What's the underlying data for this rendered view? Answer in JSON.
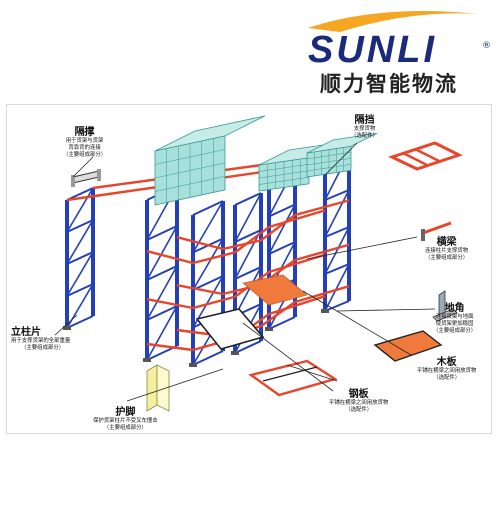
{
  "brand": {
    "name": "SUNLI",
    "subtitle": "顺力智能物流",
    "registered": "®",
    "colors": {
      "navy": "#1b2a7a",
      "orange": "#f5a623"
    }
  },
  "colors": {
    "upright": "#2340b8",
    "beam": "#e8452a",
    "deck": "#f07a3c",
    "cargo": "#a8e0dc",
    "guard": "#f5f0a0",
    "leader": "#222222"
  },
  "components": {
    "spacer": {
      "title": "隔撑",
      "desc": [
        "用于货架与货架",
        "背靠背的连接",
        "（主要组成部分）"
      ]
    },
    "upright_frame": {
      "title": "立柱片",
      "desc": [
        "用于支撑货架的全部重量",
        "（主要组成部分）"
      ]
    },
    "guard": {
      "title": "护脚",
      "desc": [
        "保护货架柱片不受叉车撞击",
        "（主要组成部分）"
      ]
    },
    "divider": {
      "title": "隔挡",
      "desc": [
        "支撑货物",
        "（选配件）"
      ]
    },
    "beam": {
      "title": "横梁",
      "desc": [
        "连接柱片支撑货物",
        "（主要组成部分）"
      ]
    },
    "anchor": {
      "title": "地角",
      "desc": [
        "连接货架与地面",
        "使货架更加稳固",
        "（主要组成部分）"
      ]
    },
    "wood_board": {
      "title": "木板",
      "desc": [
        "平铺在横梁之间用放货物",
        "（选配件）"
      ]
    },
    "steel_board": {
      "title": "钢板",
      "desc": [
        "平铺在横梁之间用放货物",
        "（选配件）"
      ]
    }
  }
}
